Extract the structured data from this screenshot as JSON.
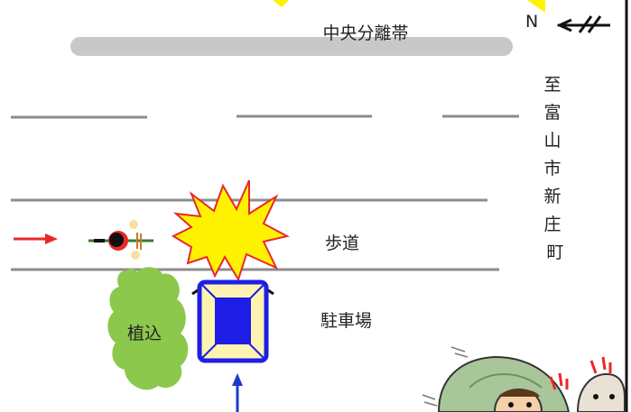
{
  "labels": {
    "median": "中央分離帯",
    "sidewalk": "歩道",
    "parking": "駐車場",
    "planting": "植込",
    "north": "N",
    "direction": "至富山市新庄町"
  },
  "icons": {
    "north_arrow": "north-arrow-icon",
    "collision": "explosion-icon",
    "bicycle": "bicycle-rider-icon",
    "car": "car-top-view-icon",
    "persons": "surprised-people-icon"
  },
  "colors": {
    "median": "#c8c8c8",
    "lane_line": "#8c8c8c",
    "arrow_red": "#e8282a",
    "arrow_blue": "#1a3cc8",
    "car_blue": "#1e1ee6",
    "car_body": "#fff3b0",
    "explosion": "#fff200",
    "explosion_edge": "#e8282a",
    "bush": "#8cc84b"
  }
}
